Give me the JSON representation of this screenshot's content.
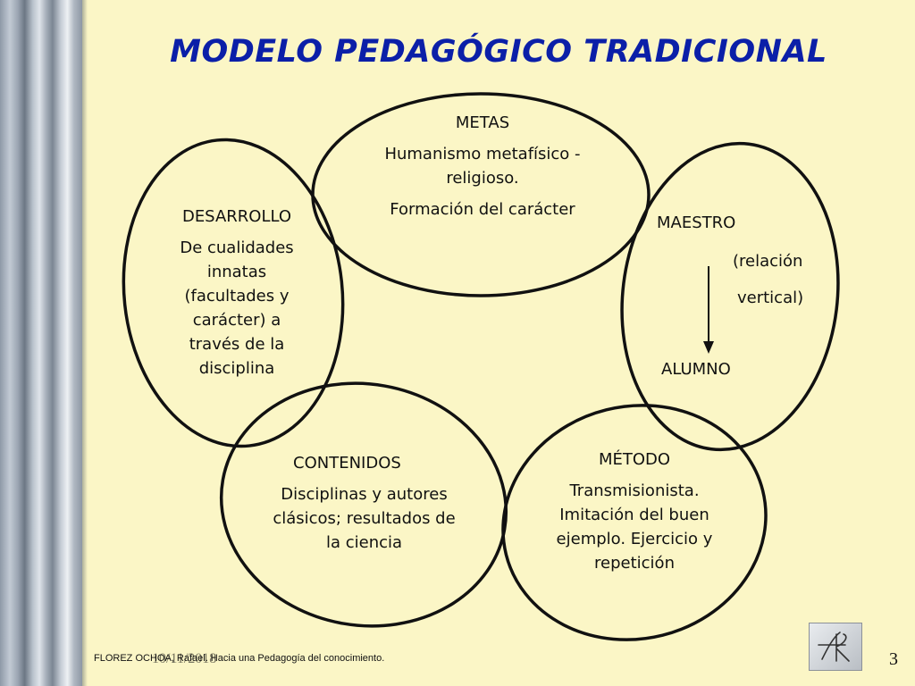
{
  "title": "MODELO PEDAGÓGICO TRADICIONAL",
  "metas": {
    "heading": "METAS",
    "line1": "Humanismo metafísico -",
    "line2": "religioso.",
    "line3": "Formación del carácter"
  },
  "desarrollo": {
    "heading": "DESARROLLO",
    "lines": [
      "De cualidades",
      "innatas",
      "(facultades y",
      "carácter) a",
      "través de la",
      "disciplina"
    ]
  },
  "maestro": {
    "heading": "MAESTRO",
    "rel1": "(relación",
    "rel2": "vertical)",
    "bottom": "ALUMNO"
  },
  "contenidos": {
    "heading": "CONTENIDOS",
    "lines": [
      "Disciplinas y autores",
      "clásicos; resultados de",
      "la ciencia"
    ]
  },
  "metodo": {
    "heading": "MÉTODO",
    "lines": [
      "Transmisionista.",
      "Imitación del buen",
      "ejemplo. Ejercicio y",
      "repetición"
    ]
  },
  "footer": {
    "citation": "FLOREZ OCHOA, Rafael. Hacia una Pedagogía del conocimiento.",
    "date": "10/11/2018",
    "page": "3"
  },
  "colors": {
    "background": "#fbf6c6",
    "title": "#0b1fa8",
    "ellipse_stroke": "#111111"
  }
}
